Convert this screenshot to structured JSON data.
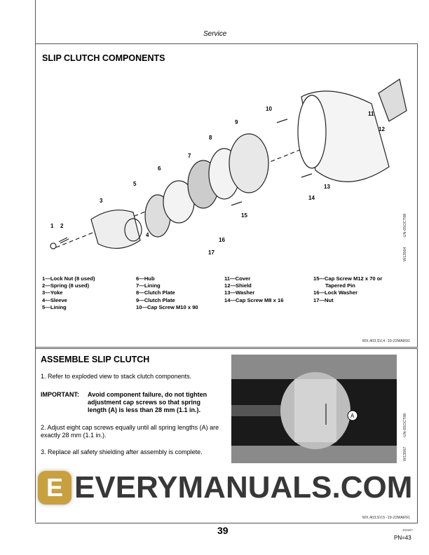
{
  "header": {
    "section": "Service"
  },
  "slip_clutch_components": {
    "title": "SLIP CLUTCH COMPONENTS",
    "figure_id": "W13564",
    "figure_code": "-UN-05OCT88",
    "callouts": [
      "1",
      "2",
      "3",
      "4",
      "5",
      "6",
      "7",
      "8",
      "9",
      "10",
      "11",
      "12",
      "13",
      "14",
      "15",
      "16",
      "17"
    ],
    "legend": [
      [
        "1—Lock Nut (8 used)",
        "2—Spring (8 used)",
        "3—Yoke",
        "4—Sleeve",
        "5—Lining"
      ],
      [
        "6—Hub",
        "7—Lining",
        "8—Clutch Plate",
        "9—Clutch Plate",
        "10—Cap Screw M10 x 90"
      ],
      [
        "11—Cover",
        "12—Shield",
        "13—Washer",
        "14—Cap Screw M8 x 16"
      ],
      [
        "15—Cap Screw M12 x 70 or",
        "Tapered Pin",
        "16—Lock Washer",
        "17—Nut"
      ]
    ],
    "ref": "WX,403,SV,4     -19-22MAR91"
  },
  "assemble": {
    "title": "ASSEMBLE SLIP CLUTCH",
    "step1": "1. Refer to exploded view to stack clutch components.",
    "important_label": "IMPORTANT:",
    "important_lines": [
      "Avoid component failure, do not tighten",
      "adjustment cap screws so that spring",
      "length (A) is less than 28 mm (1.1 in.)."
    ],
    "step2": "2. Adjust eight cap screws equally until all spring lengths (A) are exactly 28 mm (1.1 in.).",
    "step3": "3. Replace all safety shielding after assembly is complete.",
    "photo_label": "A",
    "figure_id": "W13567",
    "figure_code": "-UN-05OCT88",
    "ref": "WX,403,SV,5     -19-22MAR91"
  },
  "footer": {
    "page": "39",
    "code": "300997",
    "pn": "PN=43"
  },
  "watermark": {
    "text": "EVERYMANUALS.COM",
    "logo_letter": "E",
    "logo_color": "#c9a040"
  }
}
